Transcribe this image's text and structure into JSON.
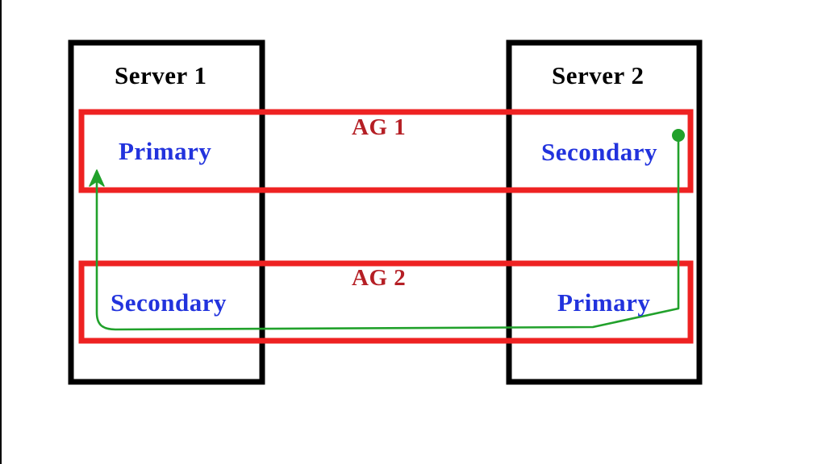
{
  "diagram": {
    "type": "availability-group-topology",
    "title_hidden": true,
    "colors": {
      "server_border": "#000000",
      "ag_border": "#ee2222",
      "role_text": "#2233dd",
      "ag_text": "#b51f25",
      "connector": "#21a12b",
      "background": "#ffffff"
    },
    "servers": [
      {
        "id": "server-1",
        "label": "Server 1",
        "roles": [
          {
            "id": "server-1-ag-1-role",
            "label": "Primary",
            "group": "AG 1"
          },
          {
            "id": "server-1-ag-2-role",
            "label": "Secondary",
            "group": "AG 2"
          }
        ]
      },
      {
        "id": "server-2",
        "label": "Server 2",
        "roles": [
          {
            "id": "server-2-ag-1-role",
            "label": "Secondary",
            "group": "AG 1"
          },
          {
            "id": "server-2-ag-2-role",
            "label": "Primary",
            "group": "AG 2"
          }
        ]
      }
    ],
    "availability_groups": [
      {
        "id": "ag-1",
        "label": "AG 1"
      },
      {
        "id": "ag-2",
        "label": "AG 2"
      }
    ],
    "connector": {
      "id": "replication-arrow",
      "from": "server-2-ag-1-role",
      "to": "server-1-ag-1-role",
      "style": "solid-green-arrow",
      "has_start_dot": true,
      "has_end_arrowhead": true
    }
  }
}
